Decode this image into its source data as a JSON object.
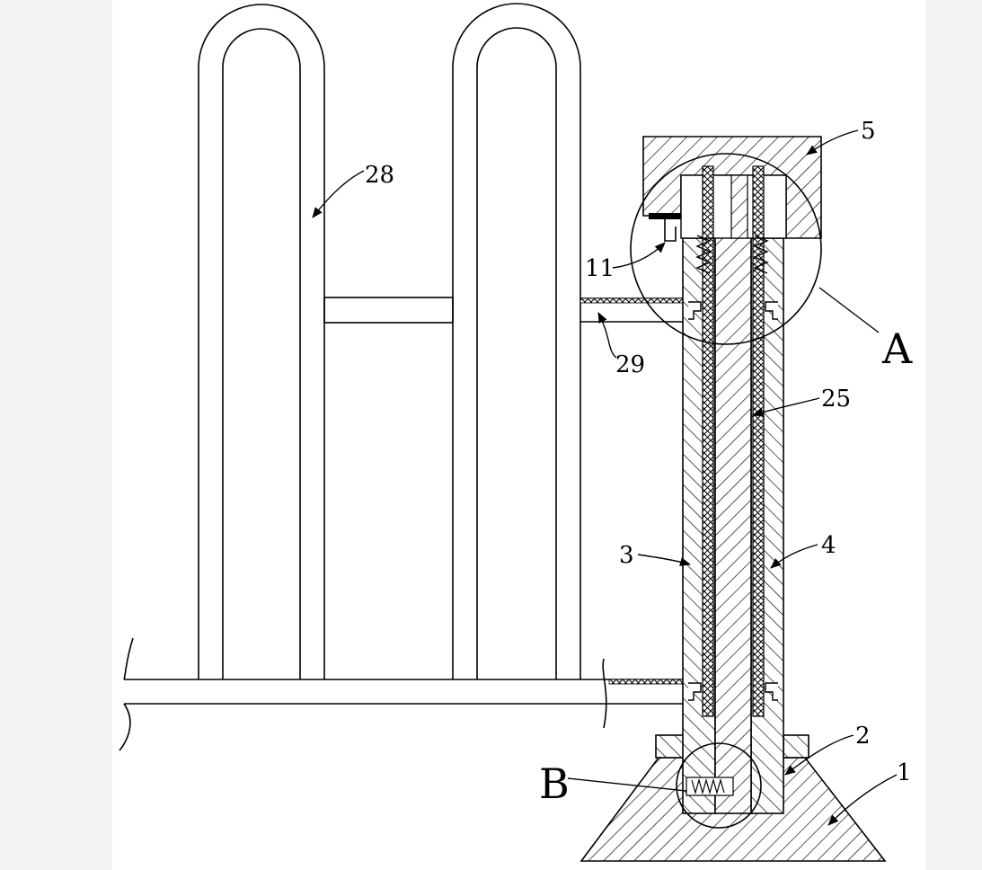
{
  "labels": {
    "l28": "28",
    "l5": "5",
    "l11": "11",
    "l29": "29",
    "lA": "A",
    "l25": "25",
    "l3": "3",
    "l4": "4",
    "l2": "2",
    "l1": "1",
    "lB": "B"
  },
  "colors": {
    "paper": "#ffffff",
    "background": "#f2f2f2",
    "ink": "#000000"
  }
}
